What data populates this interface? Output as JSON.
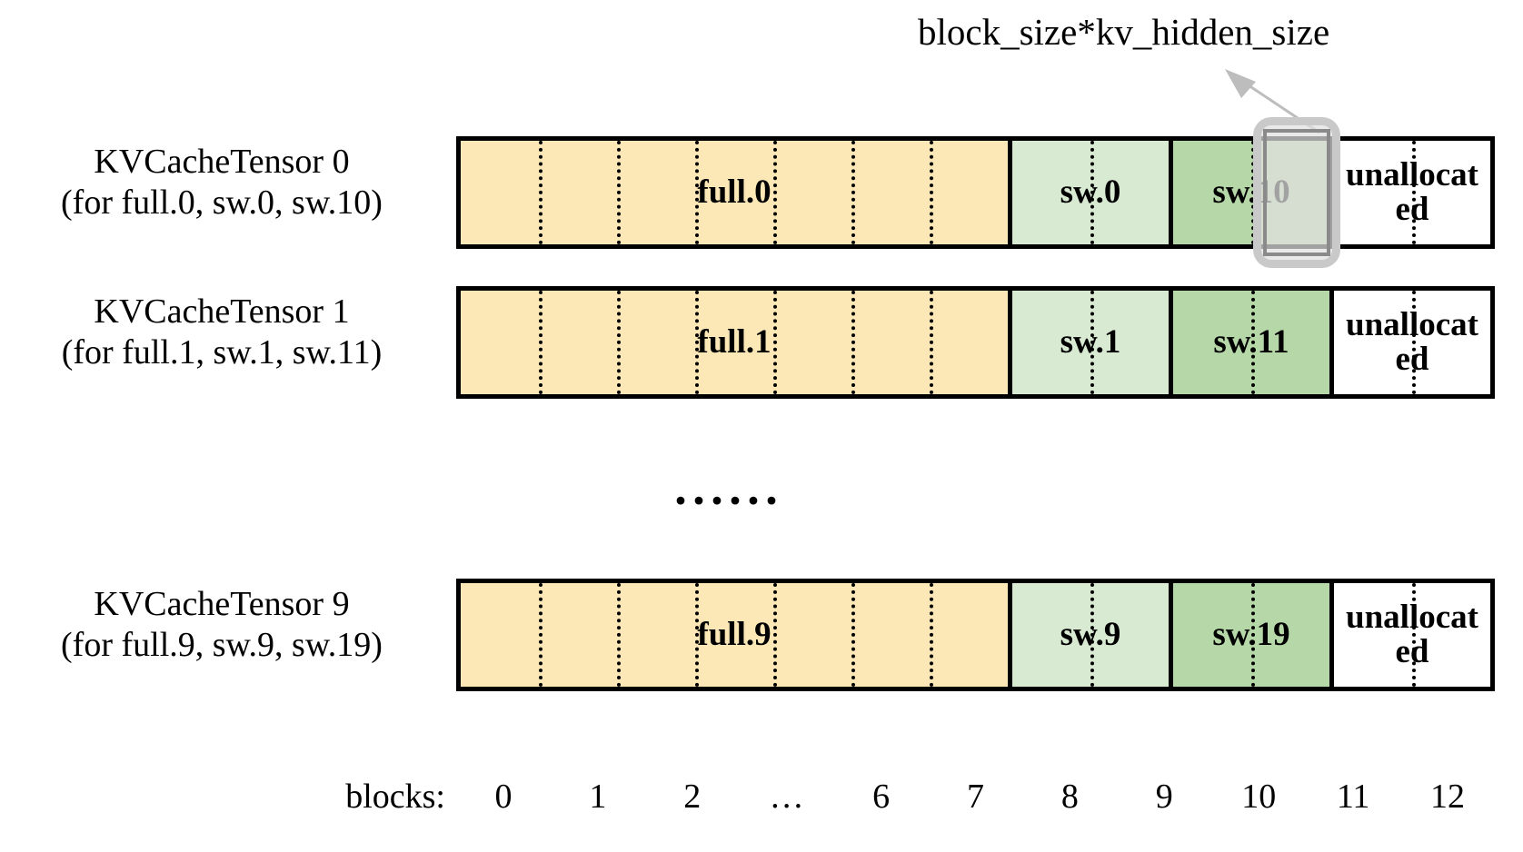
{
  "callout": {
    "label": "block_size*kv_hidden_size",
    "arrow_icon": "arrow-up-left-icon"
  },
  "rows": [
    {
      "label_line1": "KVCacheTensor 0",
      "label_line2": "(for full.0, sw.0, sw.10)",
      "segments": [
        {
          "name": "full",
          "text": "full.0",
          "blocks": 7,
          "color": "#fce8b6"
        },
        {
          "name": "sw",
          "text": "sw.0",
          "blocks": 2,
          "color": "#d9ead3"
        },
        {
          "name": "sw-offset",
          "text": "sw.10",
          "blocks": 2,
          "color": "#b6d7a8"
        },
        {
          "name": "unallocated",
          "text": "unallocated",
          "blocks": 2,
          "color": "#ffffff"
        }
      ]
    },
    {
      "label_line1": "KVCacheTensor 1",
      "label_line2": "(for full.1, sw.1, sw.11)",
      "segments": [
        {
          "name": "full",
          "text": "full.1",
          "blocks": 7,
          "color": "#fce8b6"
        },
        {
          "name": "sw",
          "text": "sw.1",
          "blocks": 2,
          "color": "#d9ead3"
        },
        {
          "name": "sw-offset",
          "text": "sw.11",
          "blocks": 2,
          "color": "#b6d7a8"
        },
        {
          "name": "unallocated",
          "text": "unallocated",
          "blocks": 2,
          "color": "#ffffff"
        }
      ]
    },
    {
      "label_line1": "KVCacheTensor 9",
      "label_line2": "(for full.9, sw.9, sw.19)",
      "segments": [
        {
          "name": "full",
          "text": "full.9",
          "blocks": 7,
          "color": "#fce8b6"
        },
        {
          "name": "sw",
          "text": "sw.9",
          "blocks": 2,
          "color": "#d9ead3"
        },
        {
          "name": "sw-offset",
          "text": "sw.19",
          "blocks": 2,
          "color": "#b6d7a8"
        },
        {
          "name": "unallocated",
          "text": "unallocated",
          "blocks": 2,
          "color": "#ffffff"
        }
      ]
    }
  ],
  "ellipsis": "······",
  "axis": {
    "title": "blocks:",
    "ticks": [
      "0",
      "1",
      "2",
      "…",
      "6",
      "7",
      "8",
      "9",
      "10",
      "11",
      "12"
    ]
  },
  "colors": {
    "full": "#fce8b6",
    "sw": "#d9ead3",
    "sw_offset": "#b6d7a8",
    "unallocated": "#ffffff",
    "border": "#000000",
    "highlight_border": "#c9c9c9",
    "highlight_fill": "#e1e1e1",
    "arrow": "#bdbdbd"
  }
}
